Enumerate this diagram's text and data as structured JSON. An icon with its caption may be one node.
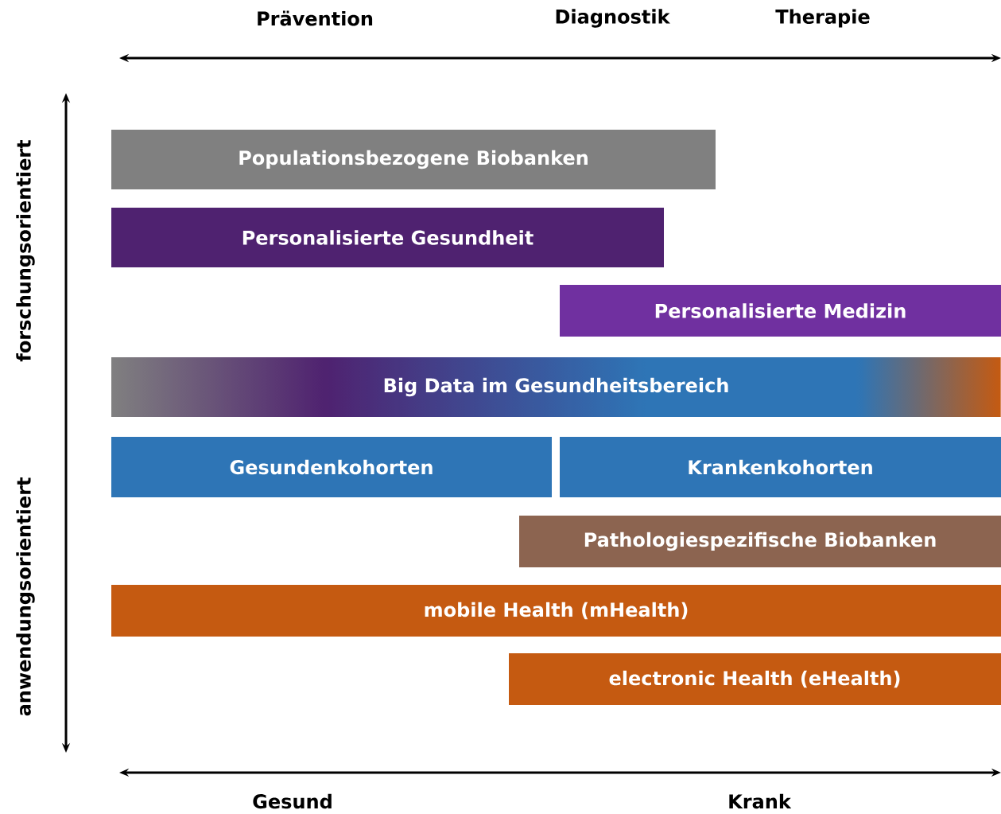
{
  "diagram": {
    "nodes": [
      {
        "text": [
          "Populationsbezogene Biobanken"
        ]
      },
      {
        "text": [
          "Personalisierte Gesundheit"
        ]
      },
      {
        "text": [
          "Personalisierte Medizin"
        ]
      },
      {
        "text": [
          "Big Data im Gesundheitsbereich"
        ]
      },
      {
        "text": [
          "Gesundenkohorten"
        ]
      },
      {
        "text": [
          "Krankenkohorten"
        ]
      },
      {
        "text": [
          "Pathologiespezifische Biobanken"
        ]
      },
      {
        "text": [
          "mobile Health (mHealth)"
        ]
      },
      {
        "text": [
          "electronic Health (eHealth)"
        ]
      }
    ],
    "labels": [
      "Prävention",
      "Diagnostik",
      "Therapie",
      "forschungsorientiert",
      "anwendungsorientiert",
      "Gesund",
      "Krank"
    ]
  }
}
